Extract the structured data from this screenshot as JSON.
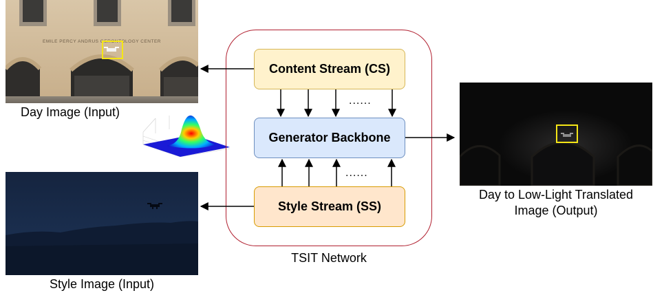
{
  "network": {
    "label": "TSIT Network",
    "border_color": "#b01e2e"
  },
  "nodes": {
    "content_stream": {
      "label": "Content Stream (CS)",
      "fill": "#fff2cc",
      "stroke": "#d6b656"
    },
    "generator": {
      "label": "Generator Backbone",
      "fill": "#dae8fc",
      "stroke": "#6c8ebf"
    },
    "style_stream": {
      "label": "Style Stream (SS)",
      "fill": "#ffe6cc",
      "stroke": "#d79b00"
    }
  },
  "images": {
    "day": {
      "caption": "Day Image (Input)",
      "sign_text": "EMILE PERCY ANDRUS GERONTOLOGY CENTER"
    },
    "style": {
      "caption": "Style Image (Input)"
    },
    "output": {
      "caption_line1": "Day to Low-Light Translated",
      "caption_line2": "Image (Output)"
    }
  },
  "dots": "......",
  "colors": {
    "highlight_box": "#f5e616",
    "arrow": "#000000"
  }
}
